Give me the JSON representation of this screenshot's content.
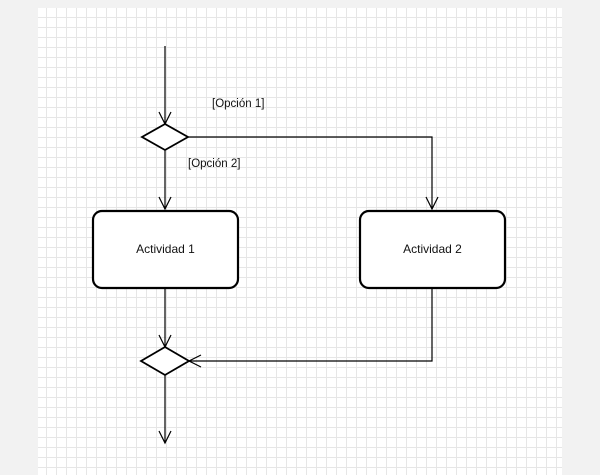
{
  "diagram": {
    "activities": {
      "activity_1": "Actividad 1",
      "activity_2": "Actividad 2"
    },
    "guards": {
      "option_1": "[Opción 1]",
      "option_2": "[Opción 2]"
    },
    "colors": {
      "stroke": "#000000",
      "node_fill": "#ffffff",
      "grid_minor": "#e6e6e6",
      "grid_major": "#d4d4d4",
      "background": "#f2f2f2"
    }
  }
}
